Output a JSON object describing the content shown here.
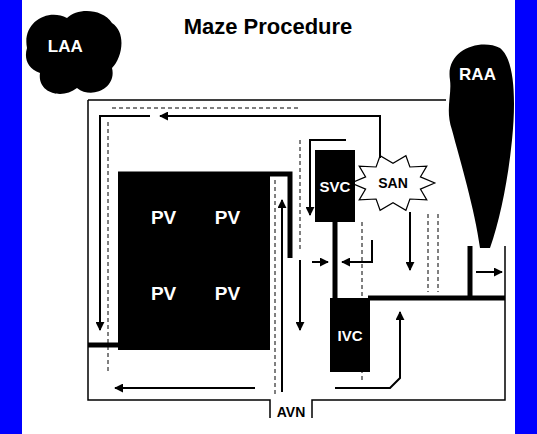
{
  "diagram": {
    "title": "Maze Procedure",
    "nodes": [
      {
        "text": [
          "LAA"
        ]
      },
      {
        "text": [
          "RAA"
        ]
      },
      {
        "text": [
          "PV",
          "PV",
          "PV",
          "PV"
        ]
      },
      {
        "text": [
          "SVC"
        ]
      },
      {
        "text": [
          "SAN"
        ]
      },
      {
        "text": [
          "IVC"
        ]
      }
    ],
    "labels": [
      "AVN"
    ]
  }
}
